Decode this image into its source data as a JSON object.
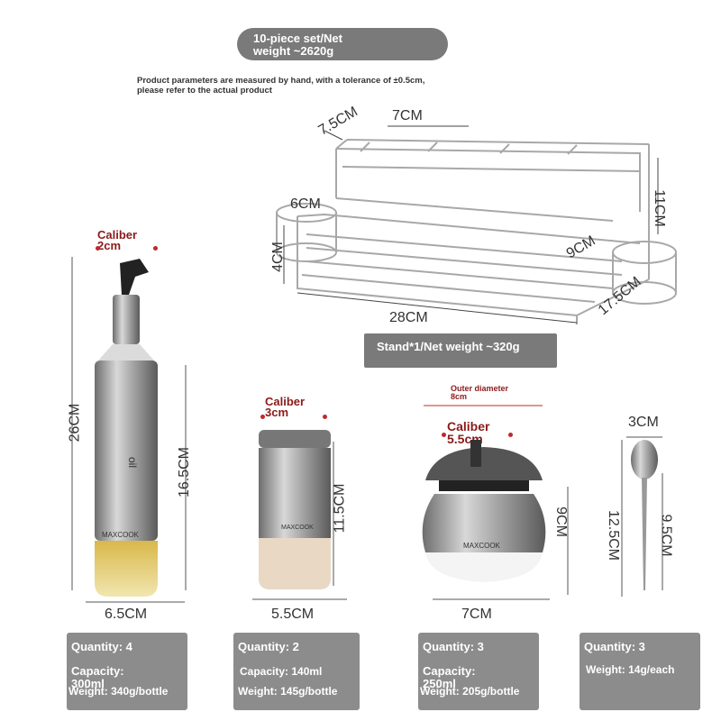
{
  "header": {
    "set_label": "10-piece set/Net weight ~2620g",
    "note": "Product parameters are measured by hand, with a tolerance of ±0.5cm, please refer to the actual product"
  },
  "stand": {
    "dims": {
      "depth": "7.5CM",
      "slot": "7CM",
      "ring": "6CM",
      "left_height": "4CM",
      "right_height": "11CM",
      "right_ring": "9CM",
      "right_depth": "17.5CM",
      "length": "28CM"
    },
    "label": "Stand*1/Net weight ~320g"
  },
  "products": {
    "oil_bottle": {
      "caliber": "Caliber 2cm",
      "height": "26CM",
      "body_height": "16.5CM",
      "width": "6.5CM",
      "brand": "MAXCOOK",
      "oil_mark": "oil",
      "quantity": "Quantity: 4",
      "capacity": "Capacity: 300ml",
      "weight": "Weight: 340g/bottle"
    },
    "shaker": {
      "caliber": "Caliber 3cm",
      "height": "11.5CM",
      "width": "5.5CM",
      "brand": "MAXCOOK",
      "quantity": "Quantity: 2",
      "capacity": "Capacity: 140ml",
      "weight": "Weight: 145g/bottle"
    },
    "jar": {
      "outer": "Outer diameter 8cm",
      "caliber": "Caliber 5.5cm",
      "height": "9CM",
      "width": "7CM",
      "brand": "MAXCOOK",
      "quantity": "Quantity: 3",
      "capacity": "Capacity: 250ml",
      "weight": "Weight: 205g/bottle"
    },
    "spoon": {
      "width": "3CM",
      "total": "12.5CM",
      "handle": "9.5CM",
      "quantity": "Quantity: 3",
      "weight": "Weight: 14g/each"
    }
  }
}
